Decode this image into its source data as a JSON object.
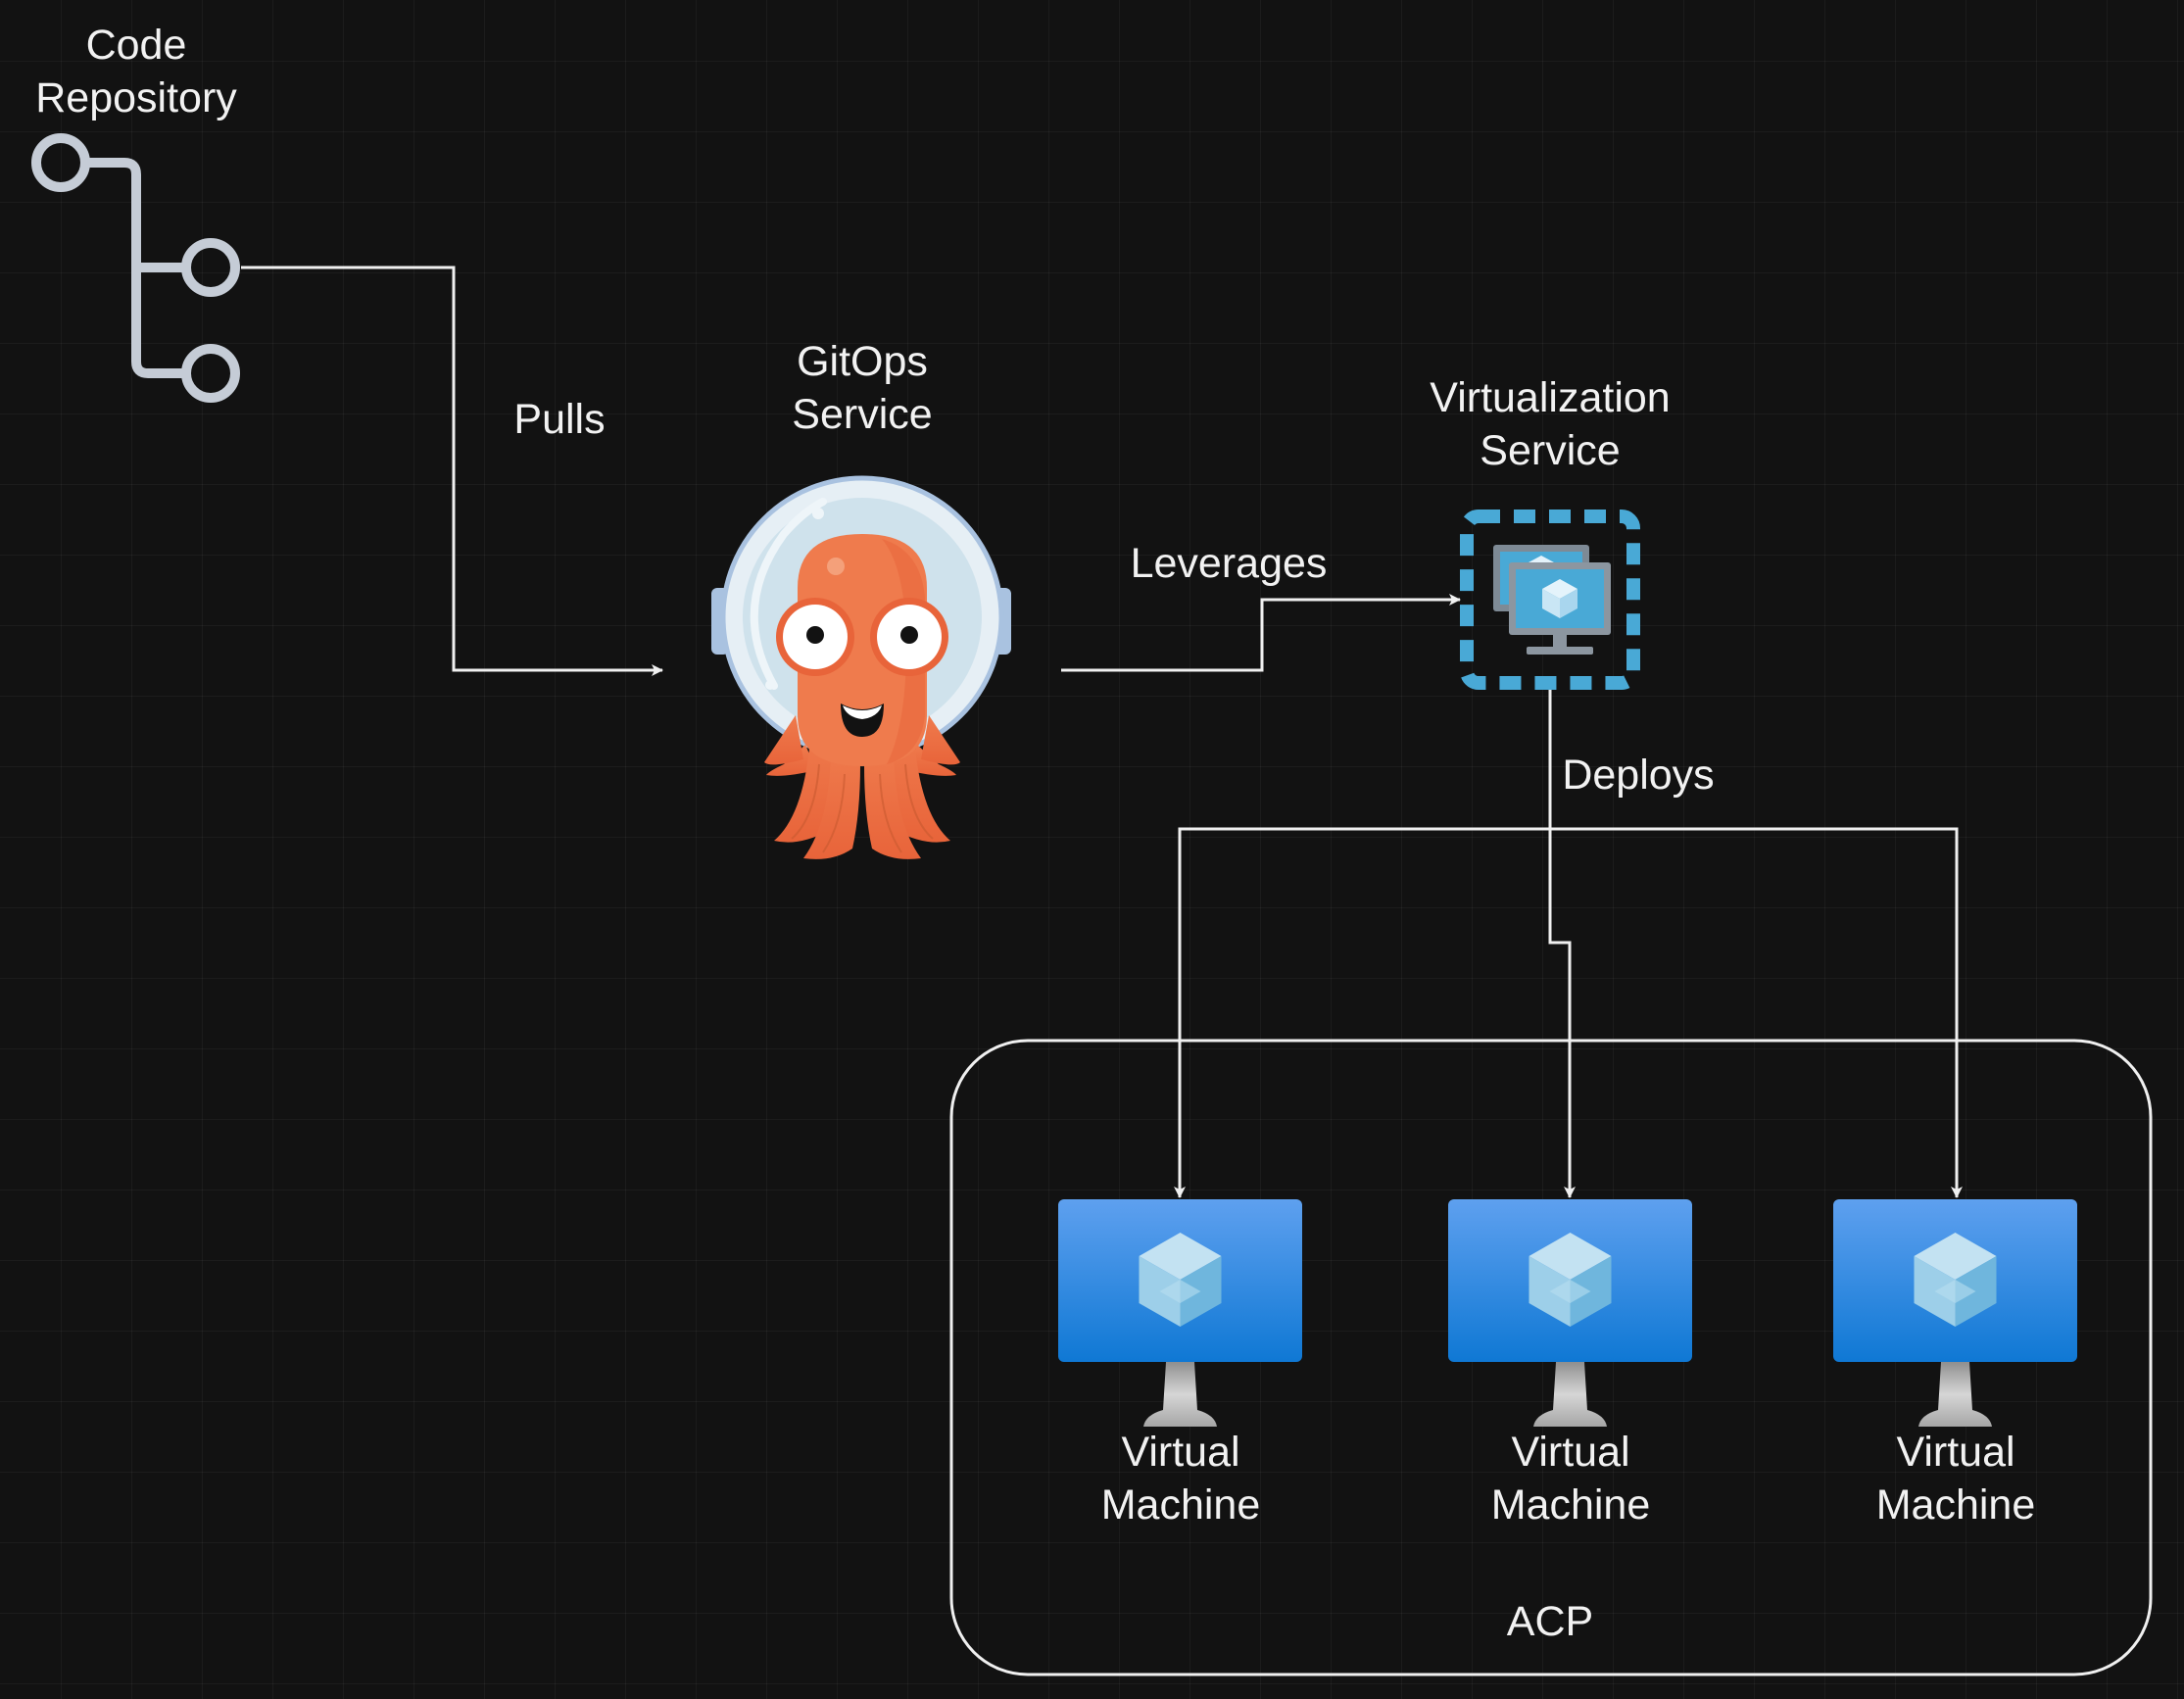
{
  "nodes": {
    "code_repository": {
      "line1": "Code",
      "line2": "Repository"
    },
    "gitops_service": {
      "line1": "GitOps",
      "line2": "Service"
    },
    "virtualization_service": {
      "line1": "Virtualization",
      "line2": "Service"
    },
    "vm_1": {
      "line1": "Virtual",
      "line2": "Machine"
    },
    "vm_2": {
      "line1": "Virtual",
      "line2": "Machine"
    },
    "vm_3": {
      "line1": "Virtual",
      "line2": "Machine"
    },
    "acp_group": {
      "label": "ACP"
    }
  },
  "edges": {
    "pulls": {
      "label": "Pulls",
      "from": "Code Repository",
      "to": "GitOps Service"
    },
    "leverages": {
      "label": "Leverages",
      "from": "GitOps Service",
      "to": "Virtualization Service"
    },
    "deploys": {
      "label": "Deploys",
      "from": "Virtualization Service",
      "to": "Virtual Machine"
    }
  },
  "icons": {
    "repo": "git-branch-icon",
    "gitops": "argo-octopus-icon",
    "virtualization": "virtual-machines-icon",
    "vm": "virtual-machine-monitor-icon"
  },
  "colors": {
    "background": "#121212",
    "connector": "#f0f0f0",
    "repo_icon": "#c5ccd6",
    "argo_orange": "#ef7b4d",
    "argo_helmet": "#d3e4ee",
    "virt_blue": "#49a9d6",
    "vm_blue_top": "#5ea0ef",
    "vm_blue_bottom": "#0f78d4"
  }
}
